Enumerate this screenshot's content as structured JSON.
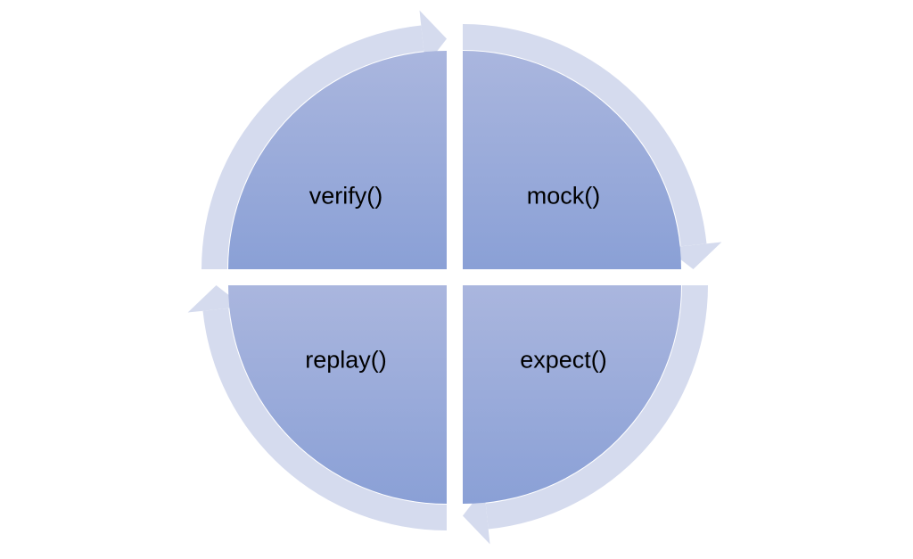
{
  "diagram": {
    "title": "Mock lifecycle cycle",
    "steps": [
      {
        "id": "verify",
        "label": "verify()"
      },
      {
        "id": "mock",
        "label": "mock()"
      },
      {
        "id": "expect",
        "label": "expect()"
      },
      {
        "id": "replay",
        "label": "replay()"
      }
    ],
    "colors": {
      "quadrant_top": "#aab6de",
      "quadrant_bottom": "#8aa0d6",
      "arrow": "#d5dbee"
    }
  }
}
